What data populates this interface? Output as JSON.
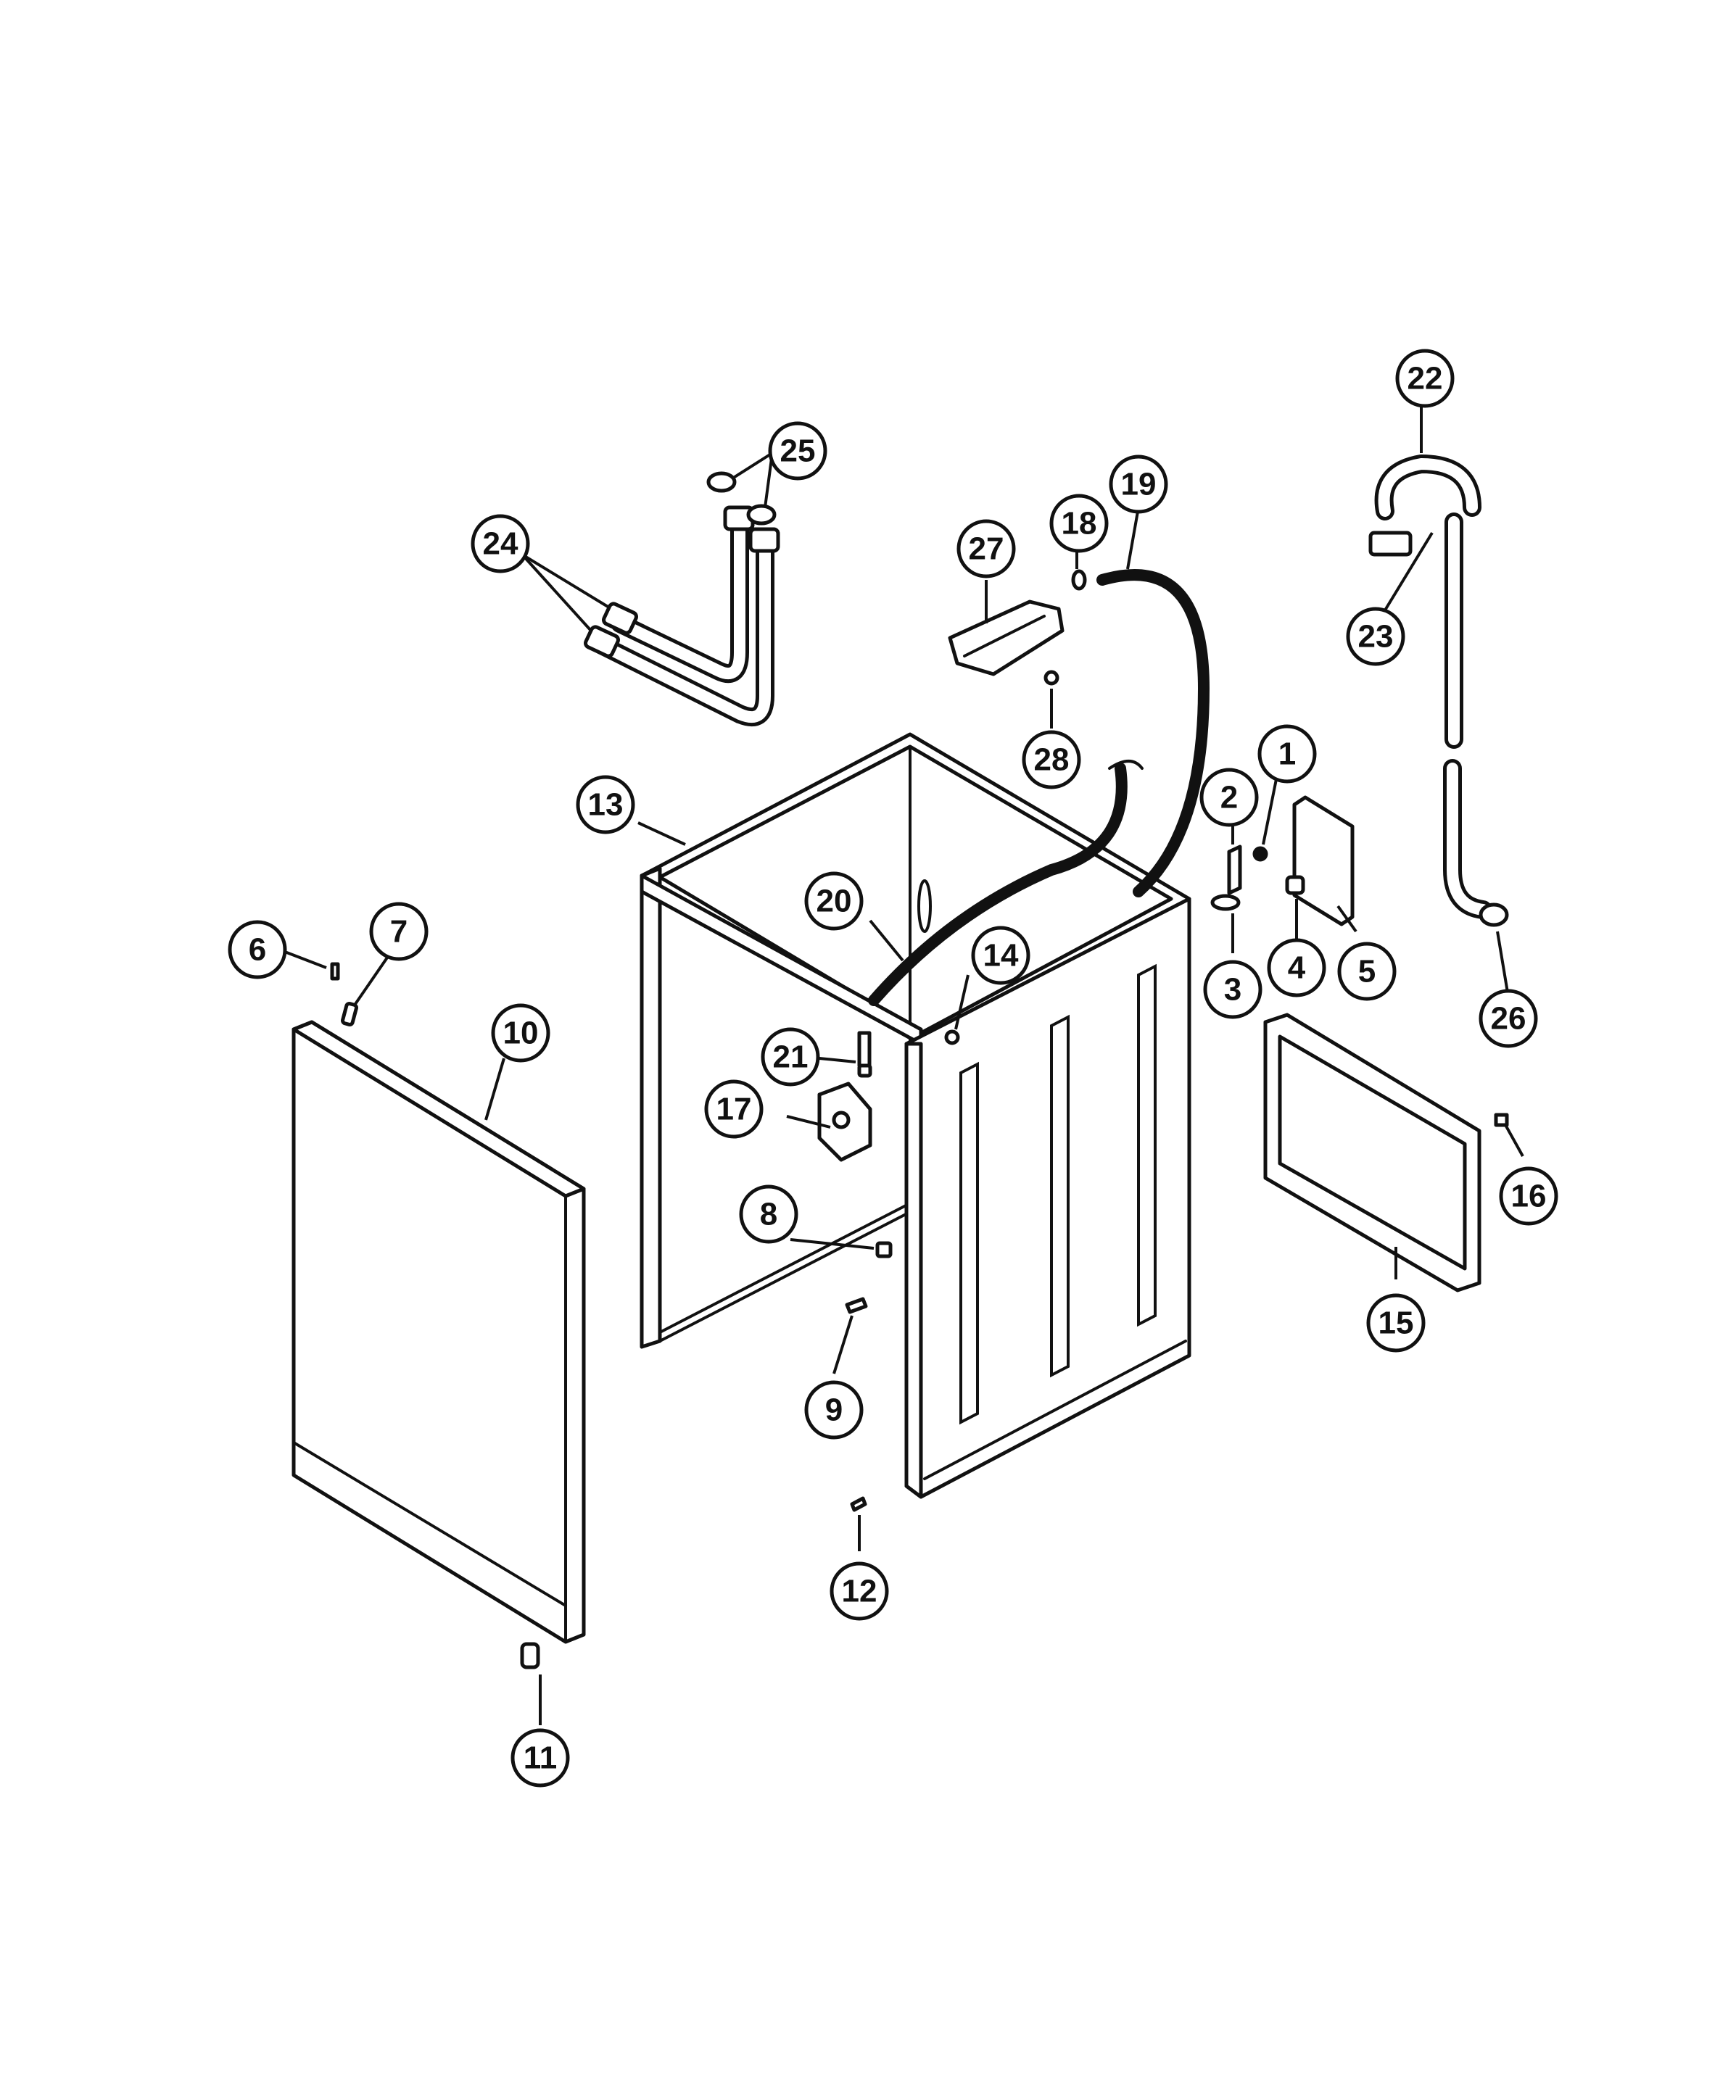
{
  "diagram": {
    "callouts": [
      {
        "id": "1",
        "label": "1"
      },
      {
        "id": "2",
        "label": "2"
      },
      {
        "id": "3",
        "label": "3"
      },
      {
        "id": "4",
        "label": "4"
      },
      {
        "id": "5",
        "label": "5"
      },
      {
        "id": "6",
        "label": "6"
      },
      {
        "id": "7",
        "label": "7"
      },
      {
        "id": "8",
        "label": "8"
      },
      {
        "id": "9",
        "label": "9"
      },
      {
        "id": "10",
        "label": "10"
      },
      {
        "id": "11",
        "label": "11"
      },
      {
        "id": "12",
        "label": "12"
      },
      {
        "id": "13",
        "label": "13"
      },
      {
        "id": "14",
        "label": "14"
      },
      {
        "id": "15",
        "label": "15"
      },
      {
        "id": "16",
        "label": "16"
      },
      {
        "id": "17",
        "label": "17"
      },
      {
        "id": "18",
        "label": "18"
      },
      {
        "id": "19",
        "label": "19"
      },
      {
        "id": "20",
        "label": "20"
      },
      {
        "id": "21",
        "label": "21"
      },
      {
        "id": "22",
        "label": "22"
      },
      {
        "id": "23",
        "label": "23"
      },
      {
        "id": "24",
        "label": "24"
      },
      {
        "id": "25",
        "label": "25"
      },
      {
        "id": "26",
        "label": "26"
      },
      {
        "id": "27",
        "label": "27"
      },
      {
        "id": "28",
        "label": "28"
      }
    ]
  }
}
